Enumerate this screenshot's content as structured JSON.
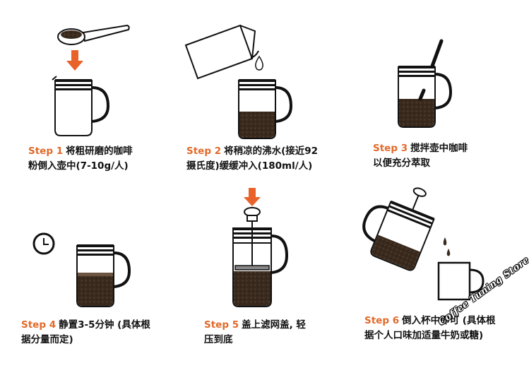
{
  "steps": [
    {
      "label": "Step 1",
      "line1": "将粗研磨的咖啡",
      "line2": "粉倒入壶中(7-10g/人)"
    },
    {
      "label": "Step 2",
      "line1": "将稍凉的沸水(接近92",
      "line2": "摄氏度)缓缓冲入(180ml/人)"
    },
    {
      "label": "Step 3",
      "line1": "搅拌壶中咖啡",
      "line2": "以便充分萃取"
    },
    {
      "label": "Step 4",
      "line1": "静置3-5分钟 (具体根",
      "line2": "据分量而定)"
    },
    {
      "label": "Step 5",
      "line1": "盖上滤网盖, 轻",
      "line2": "压到底"
    },
    {
      "label": "Step 6",
      "line1": "倒入杯中即可 (具体根",
      "line2": "据个人口味加适量牛奶或糖)"
    }
  ],
  "watermark": "Coffee Tuning Store",
  "colors": {
    "step_label": "#e06a2a",
    "arrow": "#e8622a",
    "coffee": "#3a2a1e",
    "outline": "#111111"
  },
  "icons": [
    "coffee-scoop-icon",
    "down-arrow-icon",
    "water-pitcher-icon",
    "water-drop-icon",
    "stir-stick-icon",
    "clock-icon",
    "plunger-icon",
    "coffee-cup-icon",
    "french-press-icon"
  ]
}
